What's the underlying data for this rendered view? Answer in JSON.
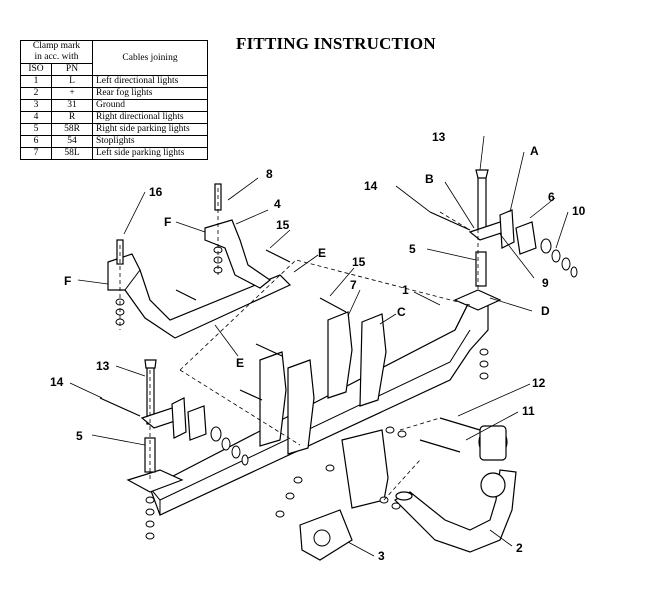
{
  "title": "FITTING INSTRUCTION",
  "table": {
    "header_clamp": [
      "Clamp mark",
      "in acc. with"
    ],
    "header_iso": "ISO",
    "header_pn": "PN",
    "header_cables": "Cables joining",
    "rows": [
      {
        "n": "1",
        "pn": "L",
        "desc": "Left directional lights"
      },
      {
        "n": "2",
        "pn": "+",
        "desc": "Rear fog lights"
      },
      {
        "n": "3",
        "pn": "31",
        "desc": "Ground"
      },
      {
        "n": "4",
        "pn": "R",
        "desc": "Right directional lights"
      },
      {
        "n": "5",
        "pn": "58R",
        "desc": "Right side parking lights"
      },
      {
        "n": "6",
        "pn": "54",
        "desc": "Stoplights"
      },
      {
        "n": "7",
        "pn": "58L",
        "desc": "Left side parking lights"
      }
    ]
  },
  "callouts": {
    "c1": "1",
    "c2": "2",
    "c3": "3",
    "c4": "4",
    "c5a": "5",
    "c5b": "5",
    "c6": "6",
    "c7": "7",
    "c8": "8",
    "c9": "9",
    "c10": "10",
    "c11": "11",
    "c12": "12",
    "c13a": "13",
    "c13b": "13",
    "c14a": "14",
    "c14b": "14",
    "c15a": "15",
    "c15b": "15",
    "c16": "16",
    "cA": "A",
    "cB": "B",
    "cC": "C",
    "cD": "D",
    "cE1": "E",
    "cE2": "E",
    "cF1": "F",
    "cF2": "F"
  }
}
